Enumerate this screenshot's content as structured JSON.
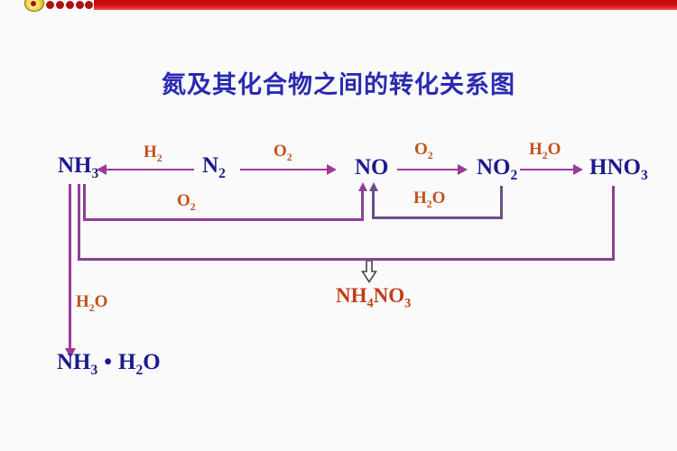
{
  "slide": {
    "title": "氮及其化合物之间的转化关系图"
  },
  "colors": {
    "accent_bar": "#d5100d",
    "title_blue": "#2a2ab2",
    "formula_navy": "#1b1b8e",
    "arrow_purple": "#9c3a9a",
    "bracket_purple": "#8d3f94",
    "reagent_orange": "#c2511c",
    "product_red": "#c43c18"
  },
  "formulas": {
    "nh3": {
      "p0": "NH",
      "s0": "3"
    },
    "n2": {
      "p0": "N",
      "s0": "2"
    },
    "no": {
      "p0": "NO"
    },
    "no2": {
      "p0": "NO",
      "s0": "2"
    },
    "hno3": {
      "p0": "HNO",
      "s0": "3"
    },
    "nh4no3": {
      "p0": "NH",
      "s0": "4",
      "p1": "NO",
      "s1": "3"
    },
    "nh3_h2o": {
      "p0": "NH",
      "s0": "3",
      "dot": "•",
      "p1": "H",
      "s1": "2",
      "p2": "O"
    },
    "h2": {
      "p0": "H",
      "s0": "2"
    },
    "o2": {
      "p0": "O",
      "s0": "2"
    },
    "h2o": {
      "p0": "H",
      "s0": "2",
      "p1": "O"
    }
  },
  "reactions": [
    {
      "from": "N2",
      "to": "NH3",
      "reagent": "H2"
    },
    {
      "from": "N2",
      "to": "NO",
      "reagent": "O2"
    },
    {
      "from": "NO",
      "to": "NO2",
      "reagent": "O2"
    },
    {
      "from": "NO2",
      "to": "HNO3",
      "reagent": "H2O"
    },
    {
      "from": "NH3",
      "to": "NO",
      "reagent": "O2"
    },
    {
      "from": "NO2",
      "to": "NO",
      "reagent": "H2O"
    },
    {
      "from": "NH3 + HNO3",
      "to": "NH4NO3",
      "reagent": ""
    },
    {
      "from": "NH3",
      "to": "NH3·H2O",
      "reagent": "H2O"
    }
  ]
}
